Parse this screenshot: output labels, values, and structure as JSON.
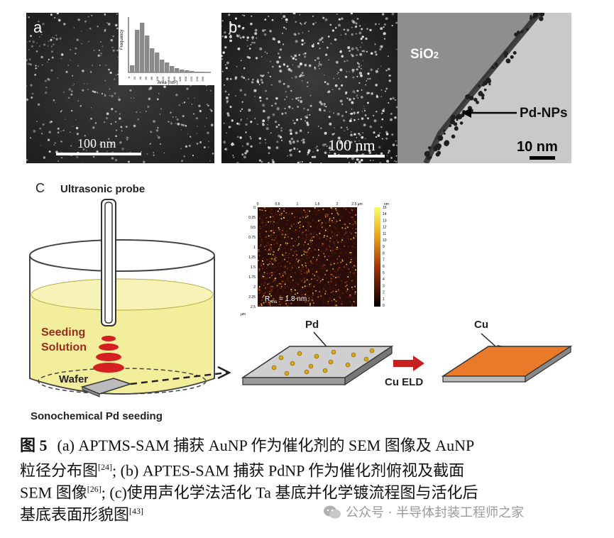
{
  "panels": {
    "a": {
      "label": "a",
      "scale_label": "100 nm",
      "inset": {
        "ylabel": "Frequency",
        "xlabel": "Area (nm²)",
        "tick_labels": [
          "0",
          "20",
          "40",
          "60",
          "80",
          "100",
          "120",
          "140",
          "160",
          "180",
          "200",
          "220",
          "240",
          "260"
        ]
      }
    },
    "b": {
      "label": "b",
      "scale_label_left": "100 nm",
      "sio2_label": "SiO",
      "sio2_sub": "2",
      "pdnp_label": "Pd-NPs",
      "scale_label_right": "10 nm"
    },
    "c": {
      "label": "C",
      "probe_label": "Ultrasonic probe",
      "seeding_label_1": "Seeding",
      "seeding_label_2": "Solution",
      "wafer_label": "Wafer",
      "bottom_label": "Sonochemical Pd seeding",
      "pd_label": "Pd",
      "cu_label": "Cu",
      "eld_label": "Cu ELD",
      "afm": {
        "rms_label": "R",
        "rms_sub": "rms",
        "rms_value": " = 1.8 nm",
        "x_ticks": [
          "0",
          "0.5",
          "1",
          "1.5",
          "2",
          "2.5 µm"
        ],
        "y_ticks": [
          "0",
          "0.25",
          "0.5",
          "0.75",
          "1",
          "1.25",
          "1.5",
          "1.75",
          "2",
          "2.25",
          "2.5"
        ],
        "y_unit": "µm",
        "colorbar_ticks": [
          "15",
          "14",
          "13",
          "12",
          "11",
          "10",
          "9",
          "8",
          "7",
          "6",
          "5",
          "4",
          "3",
          "2",
          "1",
          "0"
        ],
        "colorbar_unit": "nm"
      }
    }
  },
  "caption": {
    "figure_no": "图 5",
    "line1": "(a) APTMS-SAM 捕获 AuNP 作为催化剂的 SEM 图像及 AuNP",
    "line2a": "粒径分布图",
    "ref1": "[24]",
    "line2b": "; (b) APTES-SAM  捕获  PdNP  作为催化剂俯视及截面",
    "line3a": "SEM 图像",
    "ref2": "[26]",
    "line3b": "; (c)使用声化学法活化 Ta 基底并化学镀流程图与活化后",
    "line4a": "基底表面形貌图",
    "ref3": "[43]"
  },
  "watermark": {
    "text": "公众号 · 半导体封装工程师之家"
  },
  "colors": {
    "solution": "#f3ee9c",
    "cu": "#e87a2a",
    "arrow_red": "#c8201f",
    "pd_dot": "#d9a514"
  }
}
